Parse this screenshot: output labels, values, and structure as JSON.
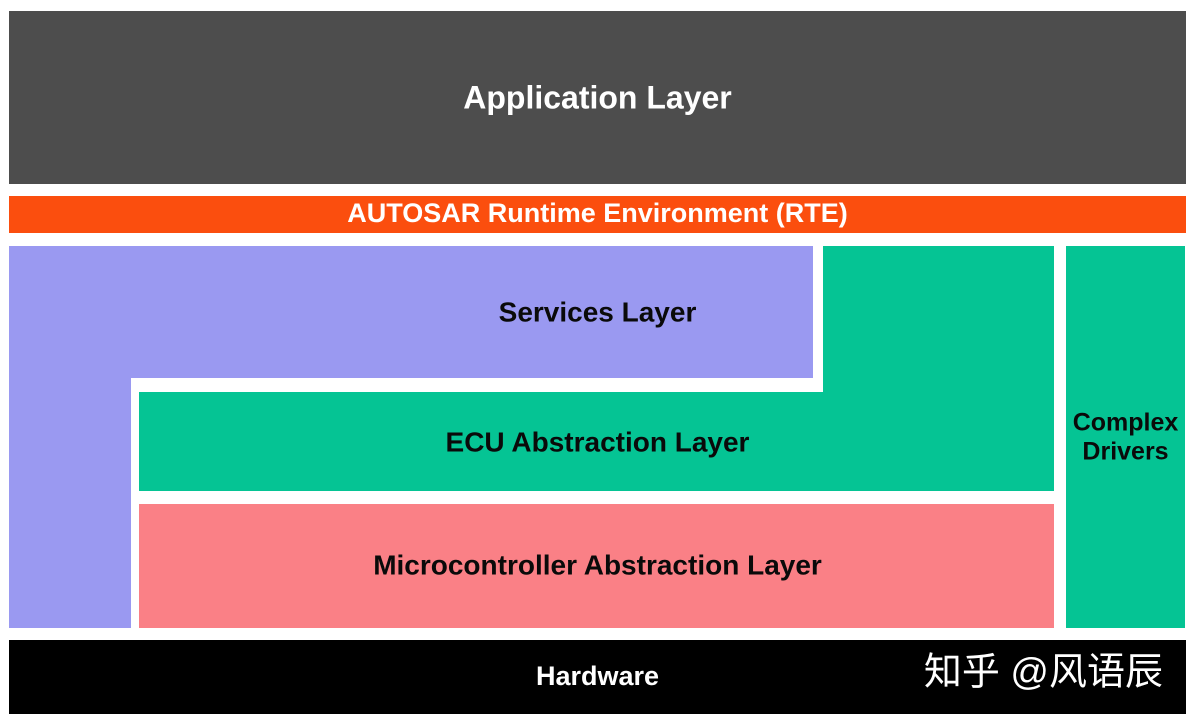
{
  "diagram": {
    "layers": {
      "application": "Application Layer",
      "rte": "AUTOSAR Runtime Environment (RTE)",
      "services": "Services Layer",
      "ecu_abstraction": "ECU Abstraction Layer",
      "microcontroller_abstraction": "Microcontroller Abstraction Layer",
      "complex_drivers": "Complex Drivers",
      "hardware": "Hardware"
    },
    "colors": {
      "application": "#4d4d4d",
      "rte": "#fb4e0e",
      "services": "#9a99f1",
      "ecu_abstraction": "#05c494",
      "microcontroller_abstraction": "#fa8086",
      "complex_drivers": "#05c494",
      "hardware": "#000000",
      "background": "#ffffff"
    },
    "watermark": "知乎 @风语辰"
  }
}
